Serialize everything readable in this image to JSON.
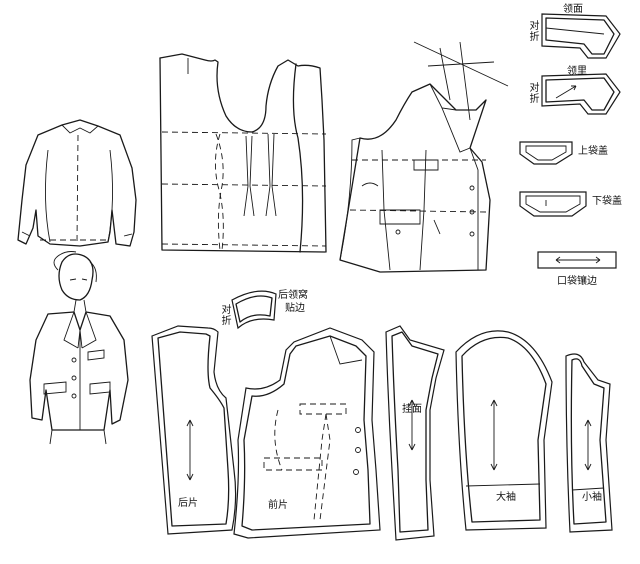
{
  "labels": {
    "collar_face": "领面",
    "fold": "对折",
    "collar_lining": "领里",
    "upper_flap": "上袋盖",
    "lower_flap": "下袋盖",
    "pocket_binding": "口袋镶边",
    "back_neck_facing_1": "后领窝",
    "back_neck_facing_2": "贴边",
    "back_piece": "后片",
    "front_piece": "前片",
    "facing": "挂面",
    "big_sleeve": "大袖",
    "small_sleeve": "小袖"
  }
}
